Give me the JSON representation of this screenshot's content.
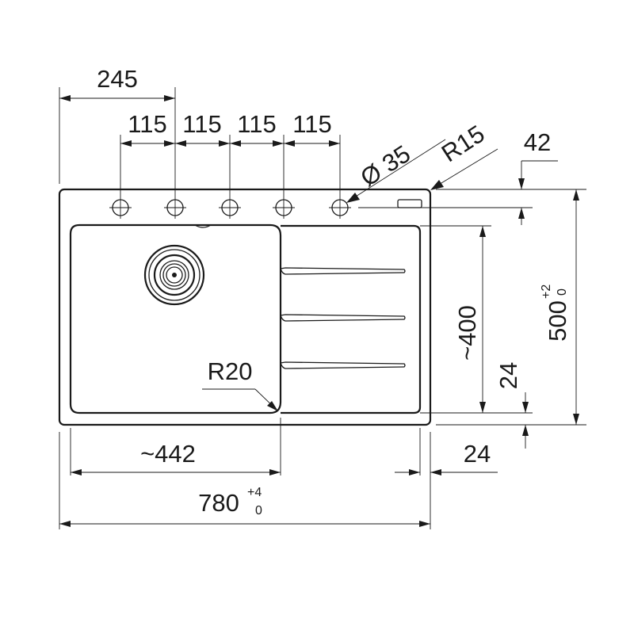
{
  "dimensions": {
    "top_offset": "245",
    "hole_spacing": [
      "115",
      "115",
      "115",
      "115"
    ],
    "hole_diameter": "Ø 35",
    "corner_radius": "R15",
    "hole_edge_distance": "42",
    "bowl_depth": "~400",
    "drainer_gap": "24",
    "bowl_radius": "R20",
    "total_height": "500",
    "total_height_tol_plus": "+2",
    "total_height_tol_minus": "0",
    "bowl_width": "~442",
    "right_gap": "24",
    "total_width": "780",
    "total_width_tol_plus": "+4",
    "total_width_tol_minus": "0"
  }
}
